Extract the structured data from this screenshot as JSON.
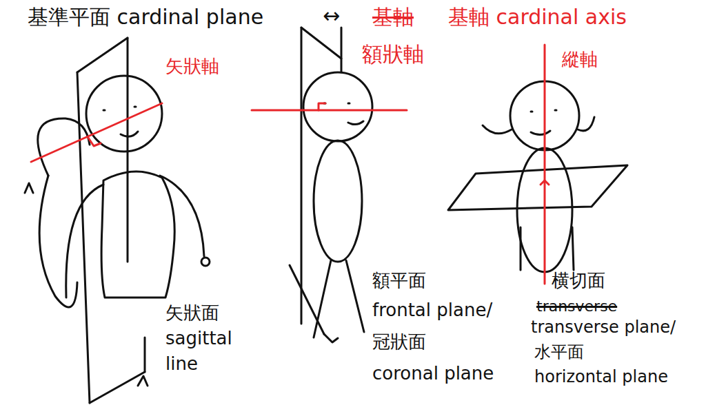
{
  "diagram": {
    "labels": [
      "基準平面 cardinal plane",
      "↔",
      "基軸",
      "基軸 cardinal axis",
      "矢狀軸",
      "額狀軸",
      "縱軸",
      "矢狀面",
      "sagittal",
      "line",
      "額平面",
      "frontal plane/",
      "冠狀面",
      "coronal plane",
      "横切面",
      "transverse",
      "transverse plane/",
      "水平面",
      "horizontal plane"
    ]
  }
}
